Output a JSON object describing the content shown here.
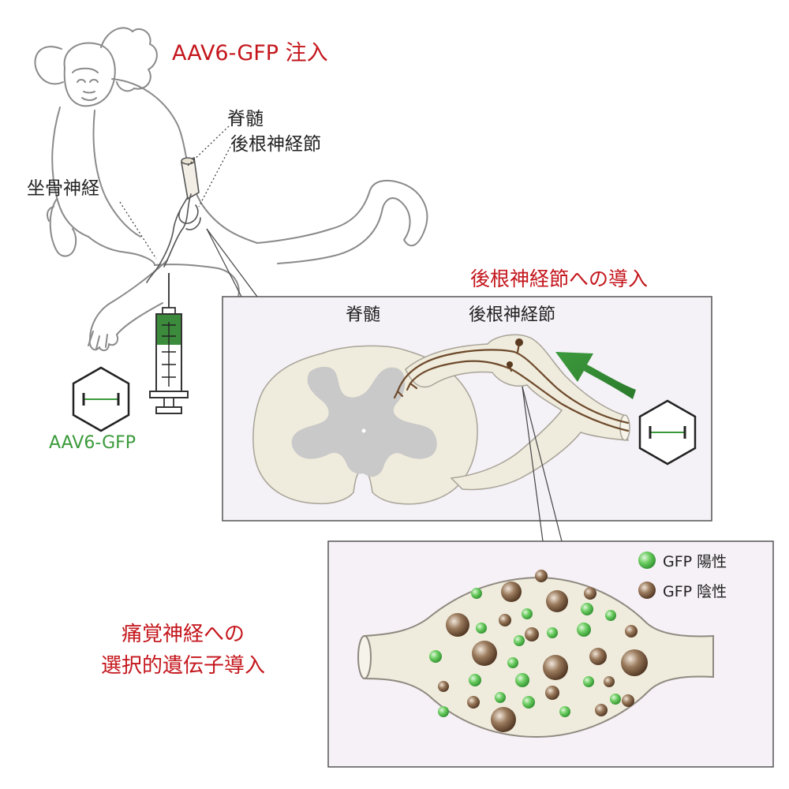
{
  "labels": {
    "injection_title": "AAV6-GFP 注入",
    "spinal_cord": "脊髄",
    "drg": "後根神経節",
    "sciatic_nerve": "坐骨神経",
    "vector": "AAV6-GFP",
    "panel_title": "後根神経節への導入",
    "panel_spinal_cord": "脊髄",
    "panel_drg": "後根神経節",
    "legend_positive": "GFP 陽性",
    "legend_negative": "GFP 陰性",
    "conclusion_line1": "痛覚神経への",
    "conclusion_line2": "選択的遺伝子導入"
  },
  "colors": {
    "accent_red": "#c4161c",
    "gfp_green": "#3a9a3a",
    "neuron_brown": "#7a5636",
    "tissue_beige": "#f0ecdd",
    "gray_matter": "#c9c9c9",
    "outline_gray": "#8a8a8a"
  },
  "icons": {
    "virus": "hexagon-virus-icon",
    "syringe": "syringe-icon",
    "arrow": "curved-arrow-icon",
    "monkey": "marmoset-outline"
  }
}
